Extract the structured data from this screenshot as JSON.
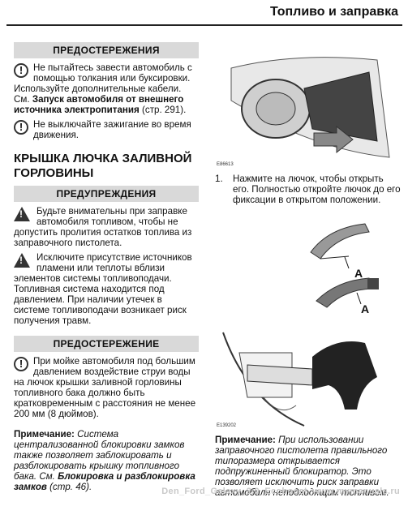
{
  "header": {
    "title": "Топливо и заправка"
  },
  "left": {
    "caution1": {
      "heading": "ПРЕДОСТЕРЕЖЕНИЯ",
      "item1_text": "Не пытайтесь завести автомобиль с помощью толкания или буксировки. Используйте дополнительные кабели. См.",
      "item1_link": "Запуск автомобиля от внешнего источника электропитания",
      "item1_ref": "(стр. 291).",
      "item2": "Не выключайте зажигание во время движения."
    },
    "section_title": "КРЫШКА ЛЮЧКА ЗАЛИВНОЙ ГОРЛОВИНЫ",
    "warnings": {
      "heading": "ПРЕДУПРЕЖДЕНИЯ",
      "item1": "Будьте внимательны при заправке автомобиля топливом, чтобы не допустить пролития остатков топлива из заправочного пистолета.",
      "item2": "Исключите присутствие источников пламени или теплоты вблизи элементов системы топливоподачи. Топливная система находится под давлением. При наличии утечек в системе топливоподачи возникает риск получения травм."
    },
    "caution2": {
      "heading": "ПРЕДОСТЕРЕЖЕНИЕ",
      "item1": "При мойке автомобиля под большим давлением воздействие струи воды на лючок крышки заливной горловины топливного бака должно быть кратковременным с расстояния не менее 200 мм (8 дюймов)."
    },
    "note": {
      "label": "Примечание:",
      "text": "Система централизованной блокировки замков также позволяет заблокировать и разблокировать крышку топливного бака. См.",
      "link": "Блокировка и разблокировка замков",
      "ref": "(стр. 46)."
    }
  },
  "right": {
    "fig1_id": "E86613",
    "step1_num": "1.",
    "step1_text": "Нажмите на лючок, чтобы открыть его. Полностью откройте лючок до его фиксации в открытом положении.",
    "fig2_label_a1": "A",
    "fig2_label_a2": "A",
    "fig3_id": "E139202",
    "note": {
      "label": "Примечание:",
      "text": "При использовании заправочного пистолета правильного типоразмера открывается подпружиненный блокиратор. Это позволяет исключить риск заправки автомобиля неподходящим топливом."
    }
  },
  "watermark": "Den_Ford_Galaxy_2.0_Ecoboost_www.mymanuals.ru"
}
